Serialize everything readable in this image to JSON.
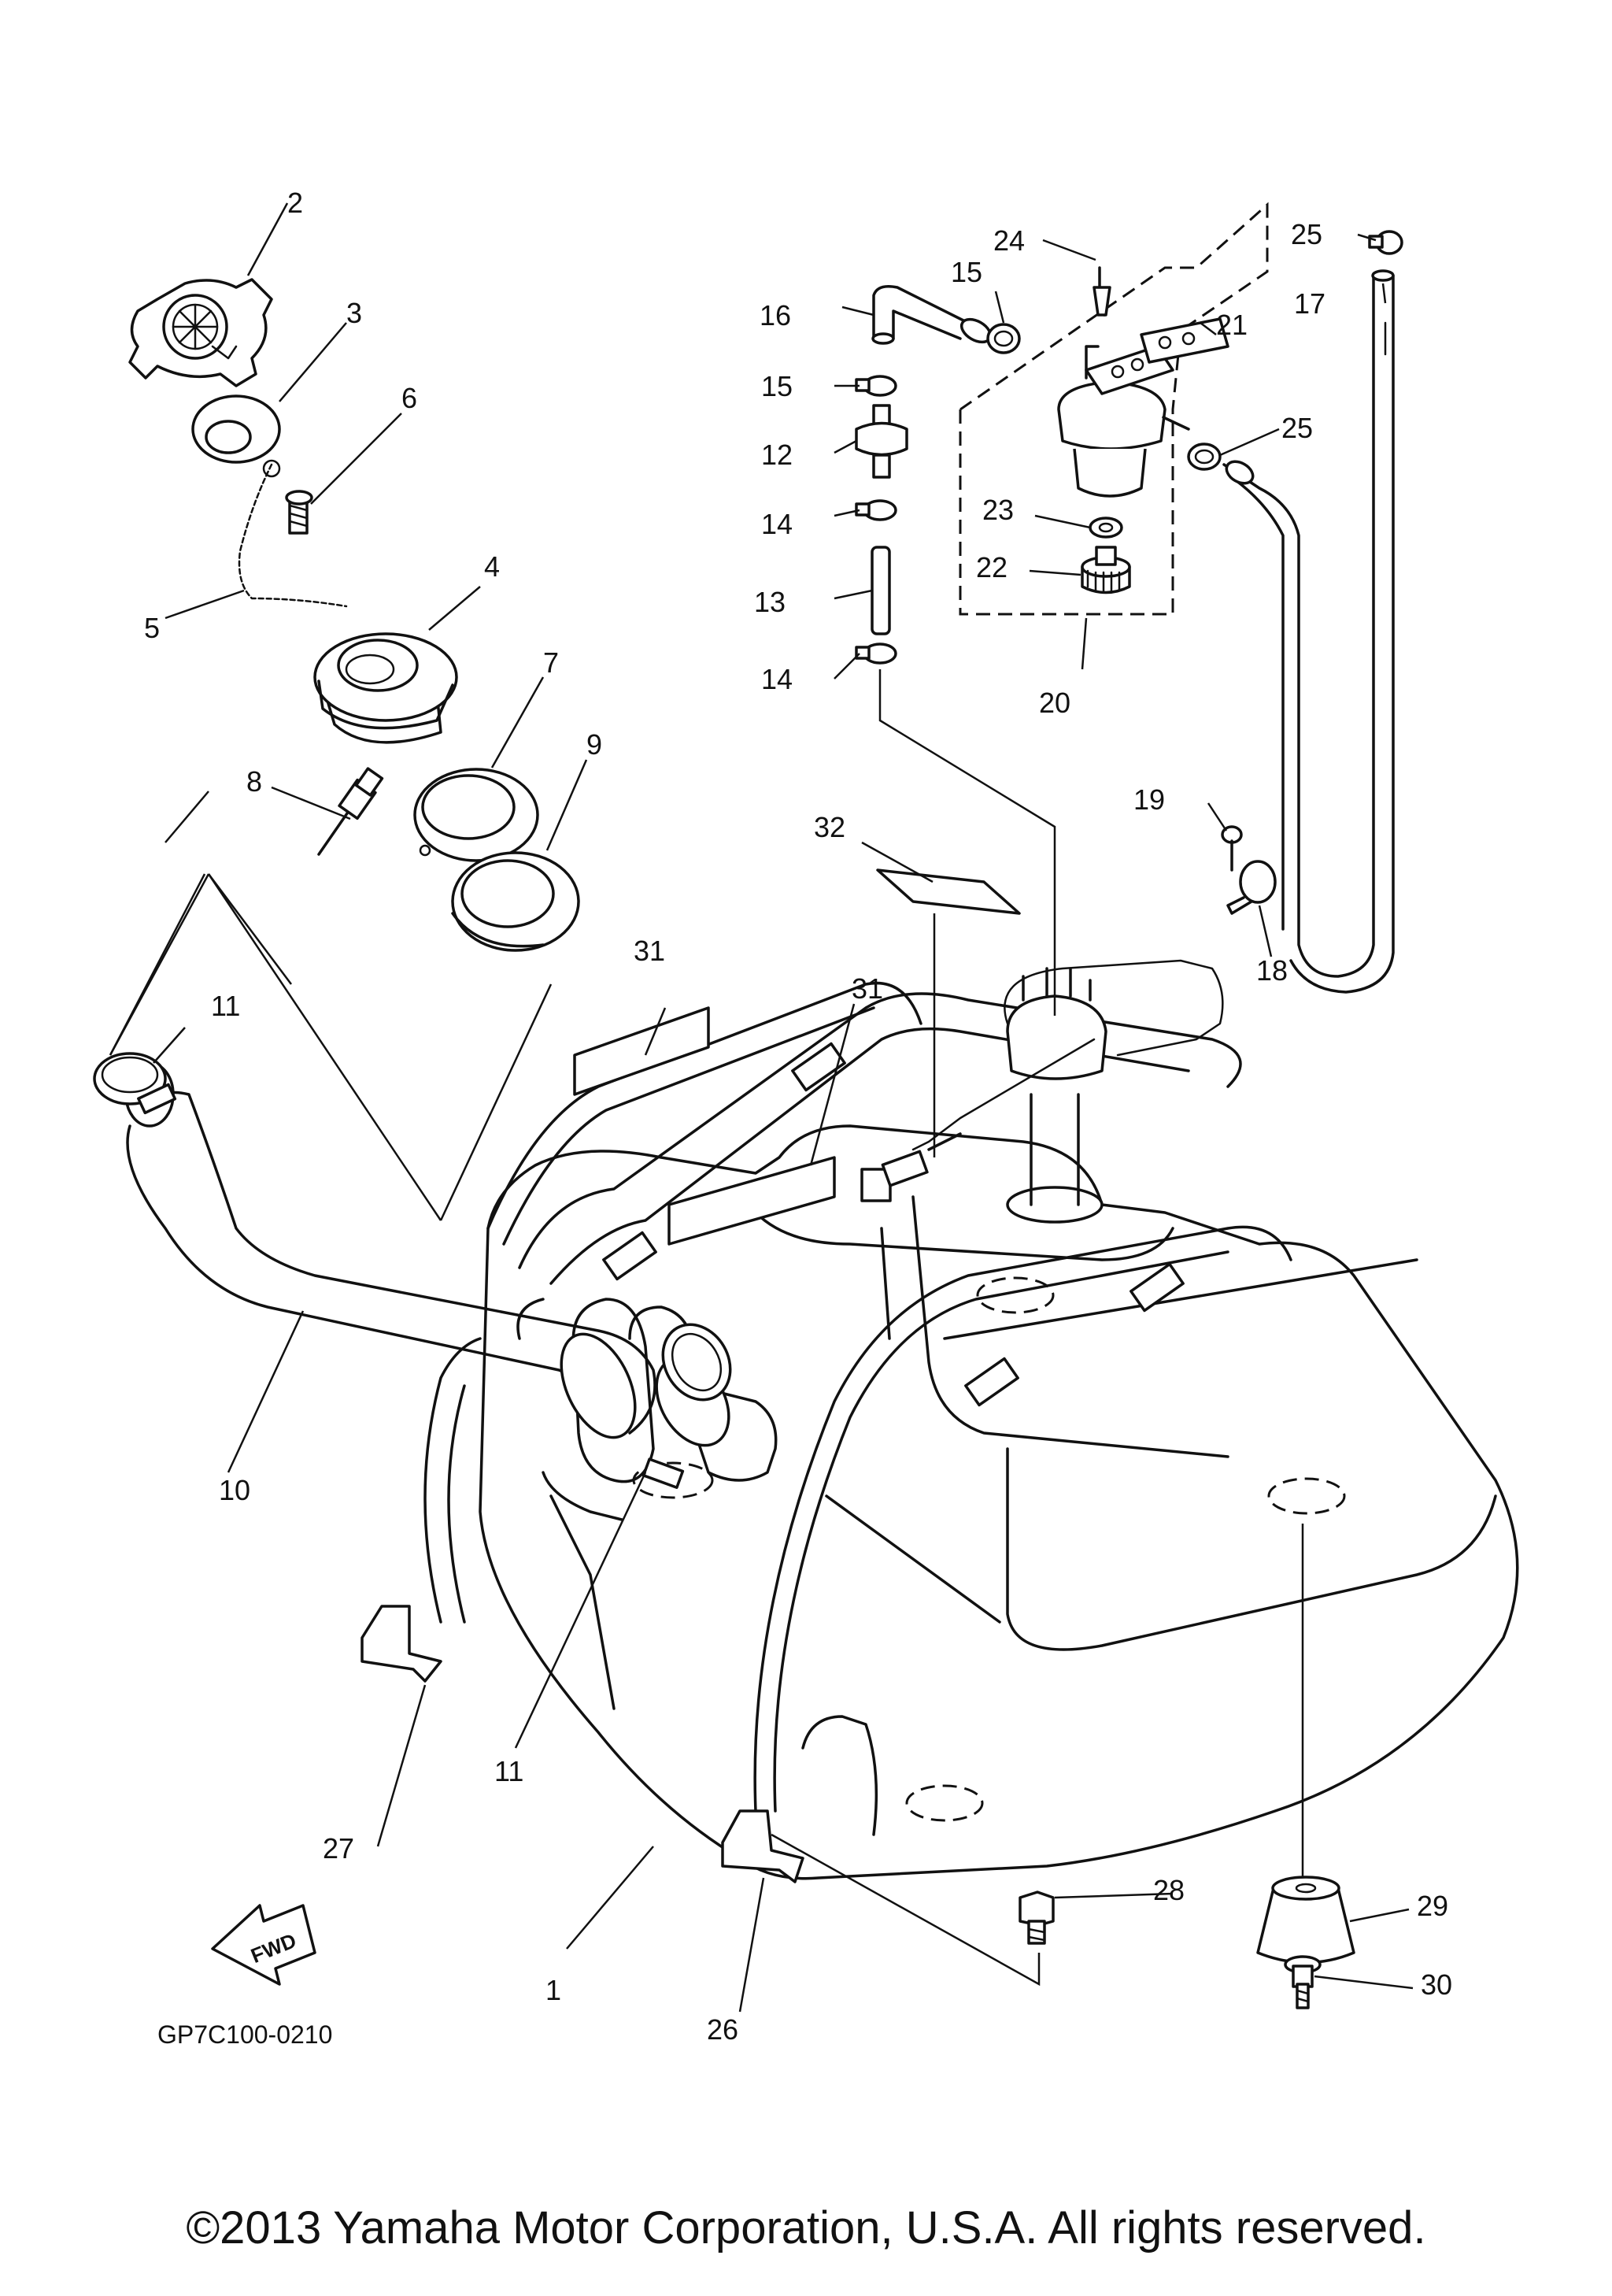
{
  "diagram": {
    "code": "GP7C100-0210",
    "fwd_label": "FWD",
    "copyright": "©2013 Yamaha Motor Corporation, U.S.A. All rights reserved.",
    "callouts": [
      {
        "id": "c1",
        "text": "1"
      },
      {
        "id": "c2",
        "text": "2"
      },
      {
        "id": "c3",
        "text": "3"
      },
      {
        "id": "c4",
        "text": "4"
      },
      {
        "id": "c5",
        "text": "5"
      },
      {
        "id": "c6",
        "text": "6"
      },
      {
        "id": "c7",
        "text": "7"
      },
      {
        "id": "c8",
        "text": "8"
      },
      {
        "id": "c9",
        "text": "9"
      },
      {
        "id": "c10",
        "text": "10"
      },
      {
        "id": "c11a",
        "text": "11"
      },
      {
        "id": "c11b",
        "text": "11"
      },
      {
        "id": "c12",
        "text": "12"
      },
      {
        "id": "c13",
        "text": "13"
      },
      {
        "id": "c14a",
        "text": "14"
      },
      {
        "id": "c14b",
        "text": "14"
      },
      {
        "id": "c15a",
        "text": "15"
      },
      {
        "id": "c15b",
        "text": "15"
      },
      {
        "id": "c16",
        "text": "16"
      },
      {
        "id": "c17",
        "text": "17"
      },
      {
        "id": "c18",
        "text": "18"
      },
      {
        "id": "c19",
        "text": "19"
      },
      {
        "id": "c20",
        "text": "20"
      },
      {
        "id": "c21",
        "text": "21"
      },
      {
        "id": "c22",
        "text": "22"
      },
      {
        "id": "c23",
        "text": "23"
      },
      {
        "id": "c24",
        "text": "24"
      },
      {
        "id": "c25a",
        "text": "25"
      },
      {
        "id": "c25b",
        "text": "25"
      },
      {
        "id": "c26",
        "text": "26"
      },
      {
        "id": "c27",
        "text": "27"
      },
      {
        "id": "c28",
        "text": "28"
      },
      {
        "id": "c29",
        "text": "29"
      },
      {
        "id": "c30",
        "text": "30"
      },
      {
        "id": "c31a",
        "text": "31"
      },
      {
        "id": "c31b",
        "text": "31"
      },
      {
        "id": "c32",
        "text": "32"
      }
    ]
  }
}
